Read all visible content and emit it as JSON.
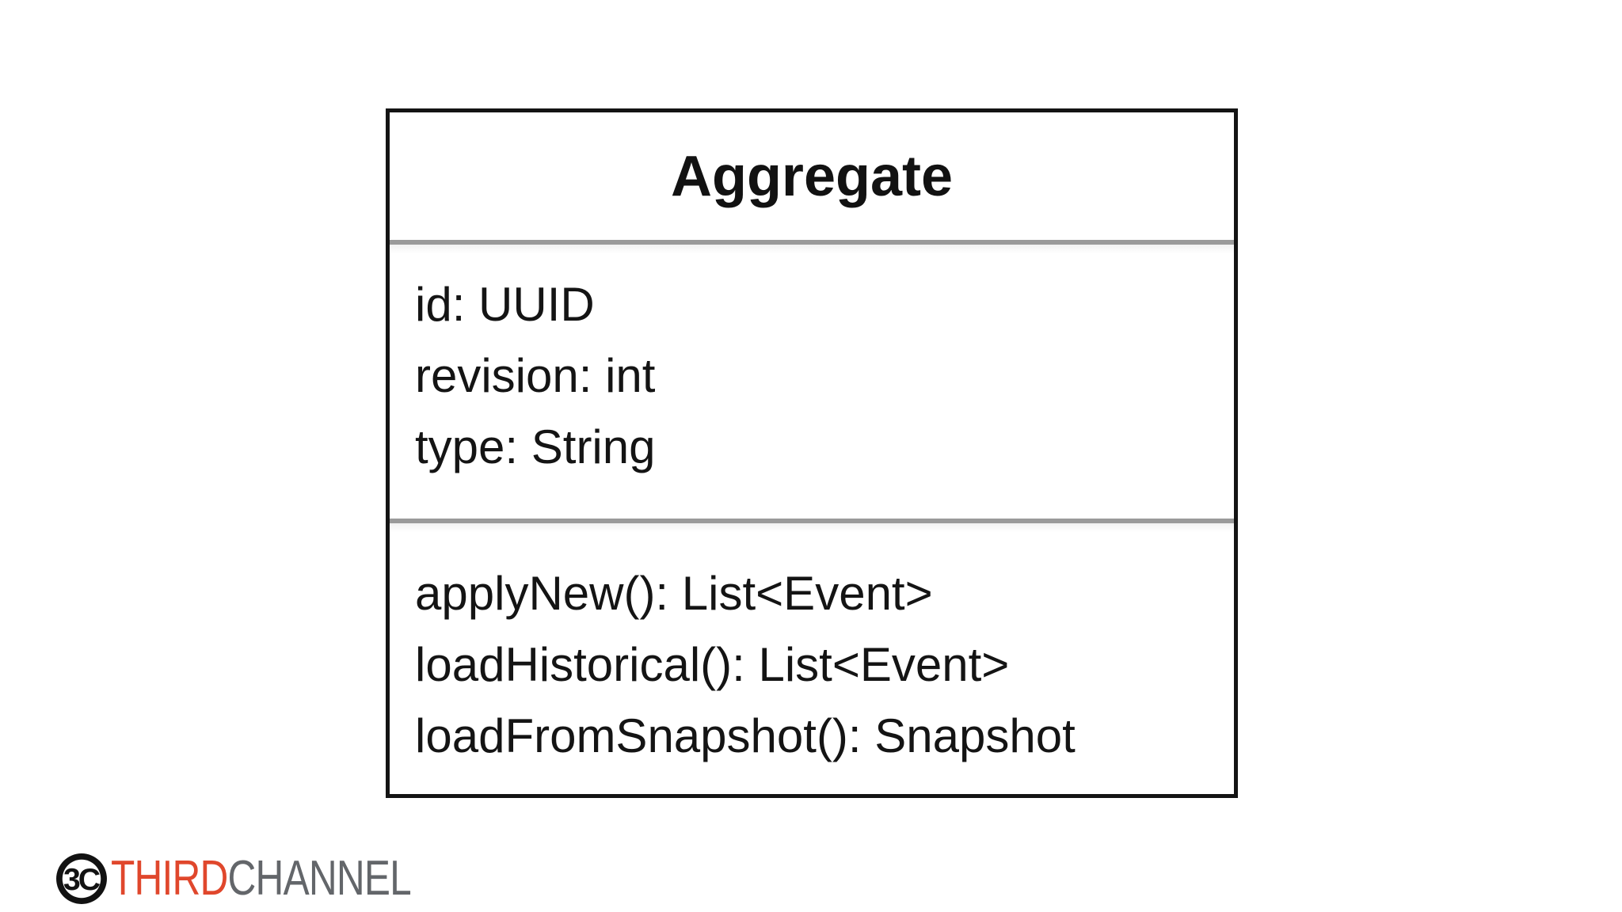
{
  "diagram": {
    "type": "uml-class",
    "class_name": "Aggregate",
    "attributes": [
      "id: UUID",
      "revision: int",
      "type: String"
    ],
    "methods": [
      "applyNew(): List<Event>",
      "loadHistorical(): List<Event>",
      "loadFromSnapshot(): Snapshot"
    ]
  },
  "branding": {
    "logo_icon": "thirdchannel-3c-icon",
    "logo_icon_text": "3C",
    "logo_text_primary": "THIRD",
    "logo_text_secondary": "CHANNEL"
  },
  "colors": {
    "box_border": "#141414",
    "divider_gray": "#9a9a9a",
    "logo_primary": "#e0472c",
    "logo_secondary": "#63666a",
    "background": "#ffffff"
  }
}
